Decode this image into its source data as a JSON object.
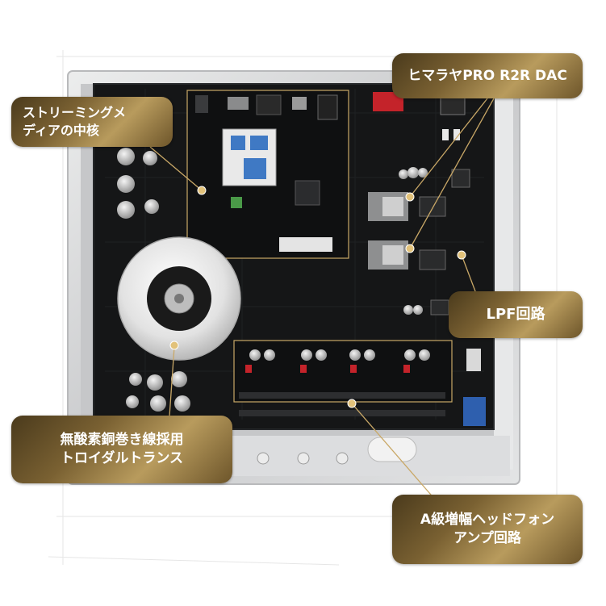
{
  "callouts": {
    "streaming_core": {
      "line1": "ストリーミングメ",
      "line2": "ディアの中核"
    },
    "dac": {
      "label": "ヒマラヤPRO R2R DAC"
    },
    "lpf": {
      "label": "LPF回路"
    },
    "toroidal": {
      "line1": "無酸素銅巻き線採用",
      "line2": "トロイダルトランス"
    },
    "amp": {
      "line1": "A級増幅ヘッドフォン",
      "line2": "アンプ回路"
    }
  },
  "colors": {
    "callout_gold": "#b89b5d",
    "callout_dark": "#4a3a1c",
    "leader_line": "#c9a867",
    "pcb": "#121314",
    "chassis": "#d9dadc"
  },
  "icons": [
    "dot-marker-icon"
  ]
}
